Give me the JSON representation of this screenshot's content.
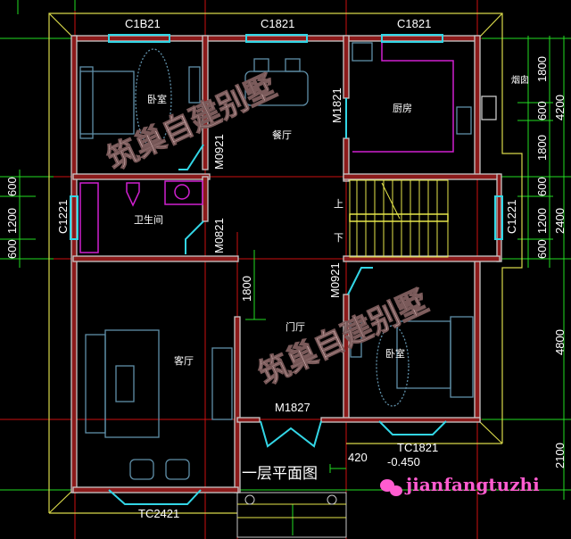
{
  "drawing_title": "一层平面图",
  "rooms": {
    "bedroom_top": "卧室",
    "dining": "餐厅",
    "kitchen": "厨房",
    "chimney": "烟囱",
    "bathroom": "卫生间",
    "living": "客厅",
    "foyer": "门厅",
    "bedroom_bottom": "卧室"
  },
  "openings": {
    "window_top_left": "C1B21",
    "window_top_mid": "C1821",
    "window_top_right": "C1821",
    "window_left": "C1221",
    "window_right": "C1221",
    "door_kitchen": "M1821",
    "door_bedroom_top": "M0921",
    "door_bath": "M0821",
    "door_bedroom_bottom": "M0921",
    "door_main": "M1827",
    "bay_window_bedroom": "TC1821",
    "bay_window_living": "TC2421"
  },
  "stairs": {
    "up": "上",
    "down": "下"
  },
  "dimensions": {
    "right_1800a": "1800",
    "right_600": "600",
    "right_1800b": "1800",
    "right_4200": "4200",
    "right_600b": "600",
    "right_1200": "1200",
    "right_600c": "600",
    "right_2400": "2400",
    "right_4800": "4800",
    "right_2100": "2100",
    "left_600a": "600",
    "left_1200": "1200",
    "left_600b": "600",
    "foyer_1800": "1800",
    "step_420": "420",
    "elevation": "-0.450"
  },
  "watermark": "筑巢自建别墅",
  "brand": "jianfangtuzhi",
  "colors": {
    "wall": "#8b1a1a",
    "wall_edge": "#c8c8c8",
    "window": "#33d6e6",
    "furniture": "#5f8fa8",
    "fixture": "#d020d0",
    "stair": "#e6e64a",
    "dim": "#22dd22",
    "roof": "#d8d84a",
    "axis": "#cc1111"
  }
}
